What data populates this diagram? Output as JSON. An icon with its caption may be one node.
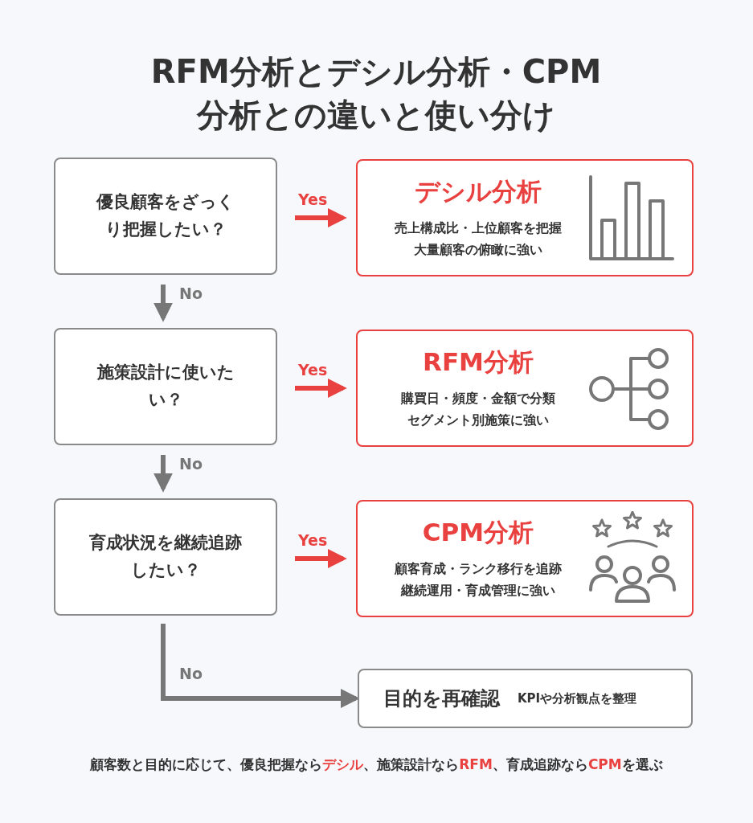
{
  "diagram": {
    "title": "RFM分析とデシル分析・CPM分析との違いと使い分け",
    "caption": "顧客数と目的に応じて、優良把握なら**デシル**、施策設計なら**RFM**、育成追跡なら**CPM**を選ぶ",
    "nodes": [
      {
        "text": [
          "優良顧客をざっくり把握したい？"
        ]
      },
      {
        "text": [
          "デシル分析",
          "売上構成比・上位顧客を把握",
          "大量顧客の俯瞰に強い"
        ]
      },
      {
        "text": [
          "施策設計に使いたい？"
        ]
      },
      {
        "text": [
          "RFM分析",
          "購買日・頻度・金額で分類",
          "セグメント別施策に強い"
        ]
      },
      {
        "text": [
          "育成状況を継続追跡したい？"
        ]
      },
      {
        "text": [
          "CPM分析",
          "顧客育成・ランク移行を追跡",
          "継続運用・育成管理に強い"
        ]
      },
      {
        "text": [
          "目的を再確認",
          "KPIや分析観点を整理"
        ]
      }
    ],
    "edges": [
      {
        "from": 0,
        "to": 1,
        "arrow": "to",
        "label": "Yes",
        "color": "#e8413f"
      },
      {
        "from": 0,
        "to": 2,
        "arrow": "to",
        "label": "No",
        "color": "#777777"
      },
      {
        "from": 2,
        "to": 3,
        "arrow": "to",
        "label": "Yes",
        "color": "#e8413f"
      },
      {
        "from": 2,
        "to": 4,
        "arrow": "to",
        "label": "No",
        "color": "#777777"
      },
      {
        "from": 4,
        "to": 5,
        "arrow": "to",
        "label": "Yes",
        "color": "#e8413f"
      },
      {
        "from": 4,
        "to": 6,
        "arrow": "to",
        "label": "No",
        "color": "#777777"
      }
    ]
  }
}
